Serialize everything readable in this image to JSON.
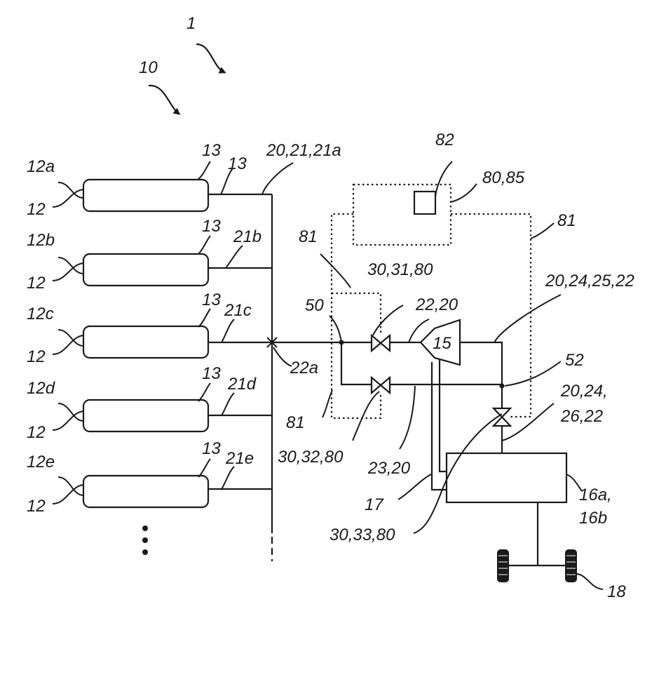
{
  "labels": {
    "system": "1",
    "storage": "10",
    "tank_a": "12a",
    "tank_b": "12b",
    "tank_c": "12c",
    "tank_d": "12d",
    "tank_e": "12e",
    "tank_generic": "12",
    "outlet": "13",
    "main_line": "20,21,21a",
    "branch_b": "21b",
    "branch_c": "21c",
    "branch_d": "21d",
    "branch_e": "21e",
    "junction": "22a",
    "node_50": "50",
    "node_52": "52",
    "control": "82",
    "controller": "80,85",
    "signal": "81",
    "valve_31": "30,31,80",
    "valve_32": "30,32,80",
    "valve_33": "30,33,80",
    "pipe_22": "22,20",
    "compressor": "15",
    "pipe_25": "20,24,25,22",
    "pipe_26_a": "20,24,",
    "pipe_26_b": "26,22",
    "bypass": "23,20",
    "return": "17",
    "engine_a": "16a,",
    "engine_b": "16b",
    "wheels": "18"
  }
}
